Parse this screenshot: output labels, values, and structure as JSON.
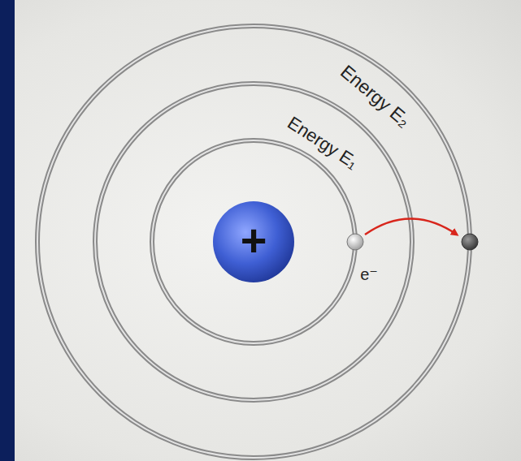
{
  "diagram": {
    "labels": [
      "Energy E₁",
      "Energy E₂",
      "e⁻",
      "+"
    ]
  }
}
